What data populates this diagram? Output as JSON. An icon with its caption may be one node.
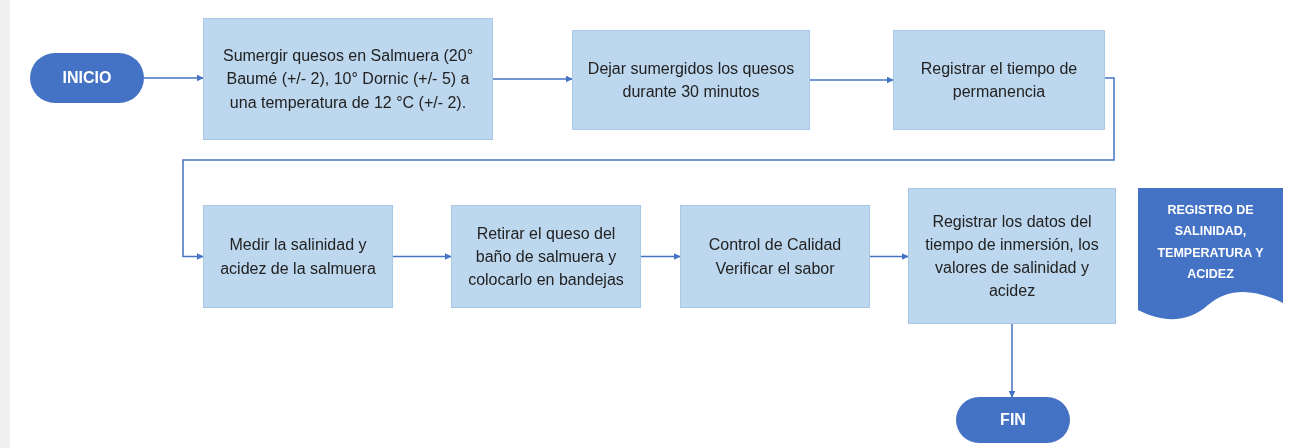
{
  "diagram": {
    "nodes": [
      {
        "text": [
          "INICIO"
        ]
      },
      {
        "text": [
          "Sumergir quesos en Salmuera (20° Baumé (+/- 2), 10° Dornic (+/- 5) a una temperatura de 12 °C (+/- 2)."
        ]
      },
      {
        "text": [
          "Dejar sumergidos los quesos durante 30 minutos"
        ]
      },
      {
        "text": [
          "Registrar el tiempo de permanencia"
        ]
      },
      {
        "text": [
          "Medir la salinidad y acidez de la salmuera"
        ]
      },
      {
        "text": [
          "Retirar el queso del baño de salmuera y colocarlo en bandejas"
        ]
      },
      {
        "text": [
          "Control de Calidad",
          "Verificar el sabor"
        ]
      },
      {
        "text": [
          "Registrar los datos del tiempo de inmersión, los valores de salinidad y acidez"
        ]
      },
      {
        "text": [
          "REGISTRO DE SALINIDAD, TEMPERATURA Y ACIDEZ"
        ]
      },
      {
        "text": [
          "FIN"
        ]
      }
    ],
    "edges": [
      {
        "from": 0,
        "to": 1,
        "arrow": "to"
      },
      {
        "from": 1,
        "to": 2,
        "arrow": "to"
      },
      {
        "from": 2,
        "to": 3,
        "arrow": "to"
      },
      {
        "from": 3,
        "to": 4,
        "arrow": "to"
      },
      {
        "from": 4,
        "to": 5,
        "arrow": "to"
      },
      {
        "from": 5,
        "to": 6,
        "arrow": "to"
      },
      {
        "from": 6,
        "to": 7,
        "arrow": "to"
      },
      {
        "from": 7,
        "to": 9,
        "arrow": "to"
      }
    ]
  }
}
